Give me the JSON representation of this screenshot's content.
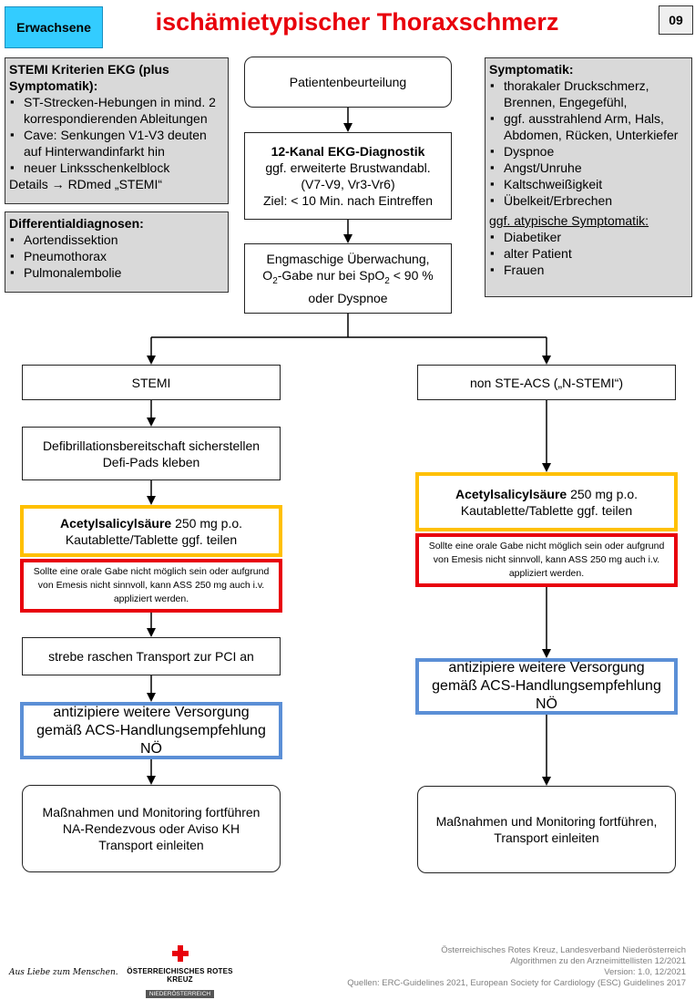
{
  "header": {
    "tag": "Erwachsene",
    "title": "ischämietypischer Thoraxschmerz",
    "page_number": "09"
  },
  "stemi_criteria": {
    "heading": "STEMI Kriterien EKG (plus Symptomatik):",
    "items": [
      "ST-Strecken-Hebungen in mind. 2 korrespondierenden Ableitungen",
      "Cave: Senkungen V1-V3 deuten auf Hinterwandinfarkt hin",
      "neuer Linksschenkelblock"
    ],
    "details": "Details → RDmed „STEMI“"
  },
  "differential": {
    "heading": "Differentialdiagnosen:",
    "items": [
      "Aortendissektion",
      "Pneumothorax",
      "Pulmonalembolie"
    ]
  },
  "symptoms": {
    "heading": "Symptomatik:",
    "items": [
      "thorakaler Druckschmerz, Brennen, Engegefühl,",
      "ggf. ausstrahlend Arm, Hals, Abdomen, Rücken, Unterkiefer",
      "Dyspnoe",
      "Angst/Unruhe",
      "Kaltschweißigkeit",
      "Übelkeit/Erbrechen"
    ],
    "atypical_heading": "ggf. atypische Symptomatik:",
    "atypical_items": [
      "Diabetiker",
      "alter Patient",
      "Frauen"
    ]
  },
  "flow": {
    "assessment": "Patientenbeurteilung",
    "ekg_title": "12-Kanal EKG-Diagnostik",
    "ekg_line1": "ggf. erweiterte Brustwandabl.",
    "ekg_line2": "(V7-V9, Vr3-Vr6)",
    "ekg_line3": "Ziel: < 10 Min. nach Eintreffen",
    "monitor_line1": "Engmaschige Überwachung,",
    "monitor_line2_a": "O",
    "monitor_line2_sub1": "2",
    "monitor_line2_b": "-Gabe nur bei SpO",
    "monitor_line2_sub2": "2",
    "monitor_line2_c": " < 90 %",
    "monitor_line3": "oder Dyspnoe",
    "left": {
      "stemi": "STEMI",
      "defi_line1": "Defibrillationsbereitschaft sicherstellen",
      "defi_line2": "Defi-Pads kleben",
      "asa_bold": "Acetylsalicylsäure",
      "asa_dose": " 250 mg p.o.",
      "asa_line2": "Kautablette/Tablette ggf. teilen",
      "iv_note": "Sollte eine orale Gabe nicht möglich sein oder aufgrund von Emesis nicht sinnvoll, kann ASS 250 mg auch i.v. appliziert werden.",
      "pci": "strebe raschen Transport zur PCI an",
      "acs": "antizipiere weitere Versorgung gemäß ACS-Handlungsempfehlung NÖ",
      "final_line1": "Maßnahmen und Monitoring fortführen",
      "final_line2": "NA-Rendezvous oder Aviso KH",
      "final_line3": "Transport einleiten"
    },
    "right": {
      "nstemi": "non STE-ACS („N-STEMI“)",
      "asa_bold": "Acetylsalicylsäure",
      "asa_dose": " 250 mg p.o.",
      "asa_line2": "Kautablette/Tablette ggf. teilen",
      "iv_note": "Sollte eine orale Gabe nicht möglich sein oder aufgrund von Emesis nicht sinnvoll, kann ASS 250 mg auch i.v. appliziert werden.",
      "acs": "antizipiere weitere Versorgung gemäß ACS-Handlungsempfehlung NÖ",
      "final_line1": "Maßnahmen und Monitoring fortführen,",
      "final_line2": "Transport einleiten"
    }
  },
  "footer": {
    "line1": "Österreichisches Rotes Kreuz, Landesverband Niederösterreich",
    "line2": "Algorithmen zu den Arzneimittellisten 12/2021",
    "line3": "Version: 1.0, 12/2021",
    "line4": "Quellen: ERC-Guidelines 2021, European Society for Cardiology (ESC) Guidelines 2017",
    "slogan": "Aus Liebe zum Menschen.",
    "org_name": "ÖSTERREICHISCHES ROTES KREUZ",
    "org_sub": "NIEDERÖSTERREICH"
  },
  "colors": {
    "title": "#e8000b",
    "tag": "#33ccff",
    "grey_box": "#d9d9d9",
    "yellow_border": "#ffc000",
    "red_border": "#e8000b",
    "blue_border": "#5b8fd6",
    "cross": "#e8000b"
  }
}
